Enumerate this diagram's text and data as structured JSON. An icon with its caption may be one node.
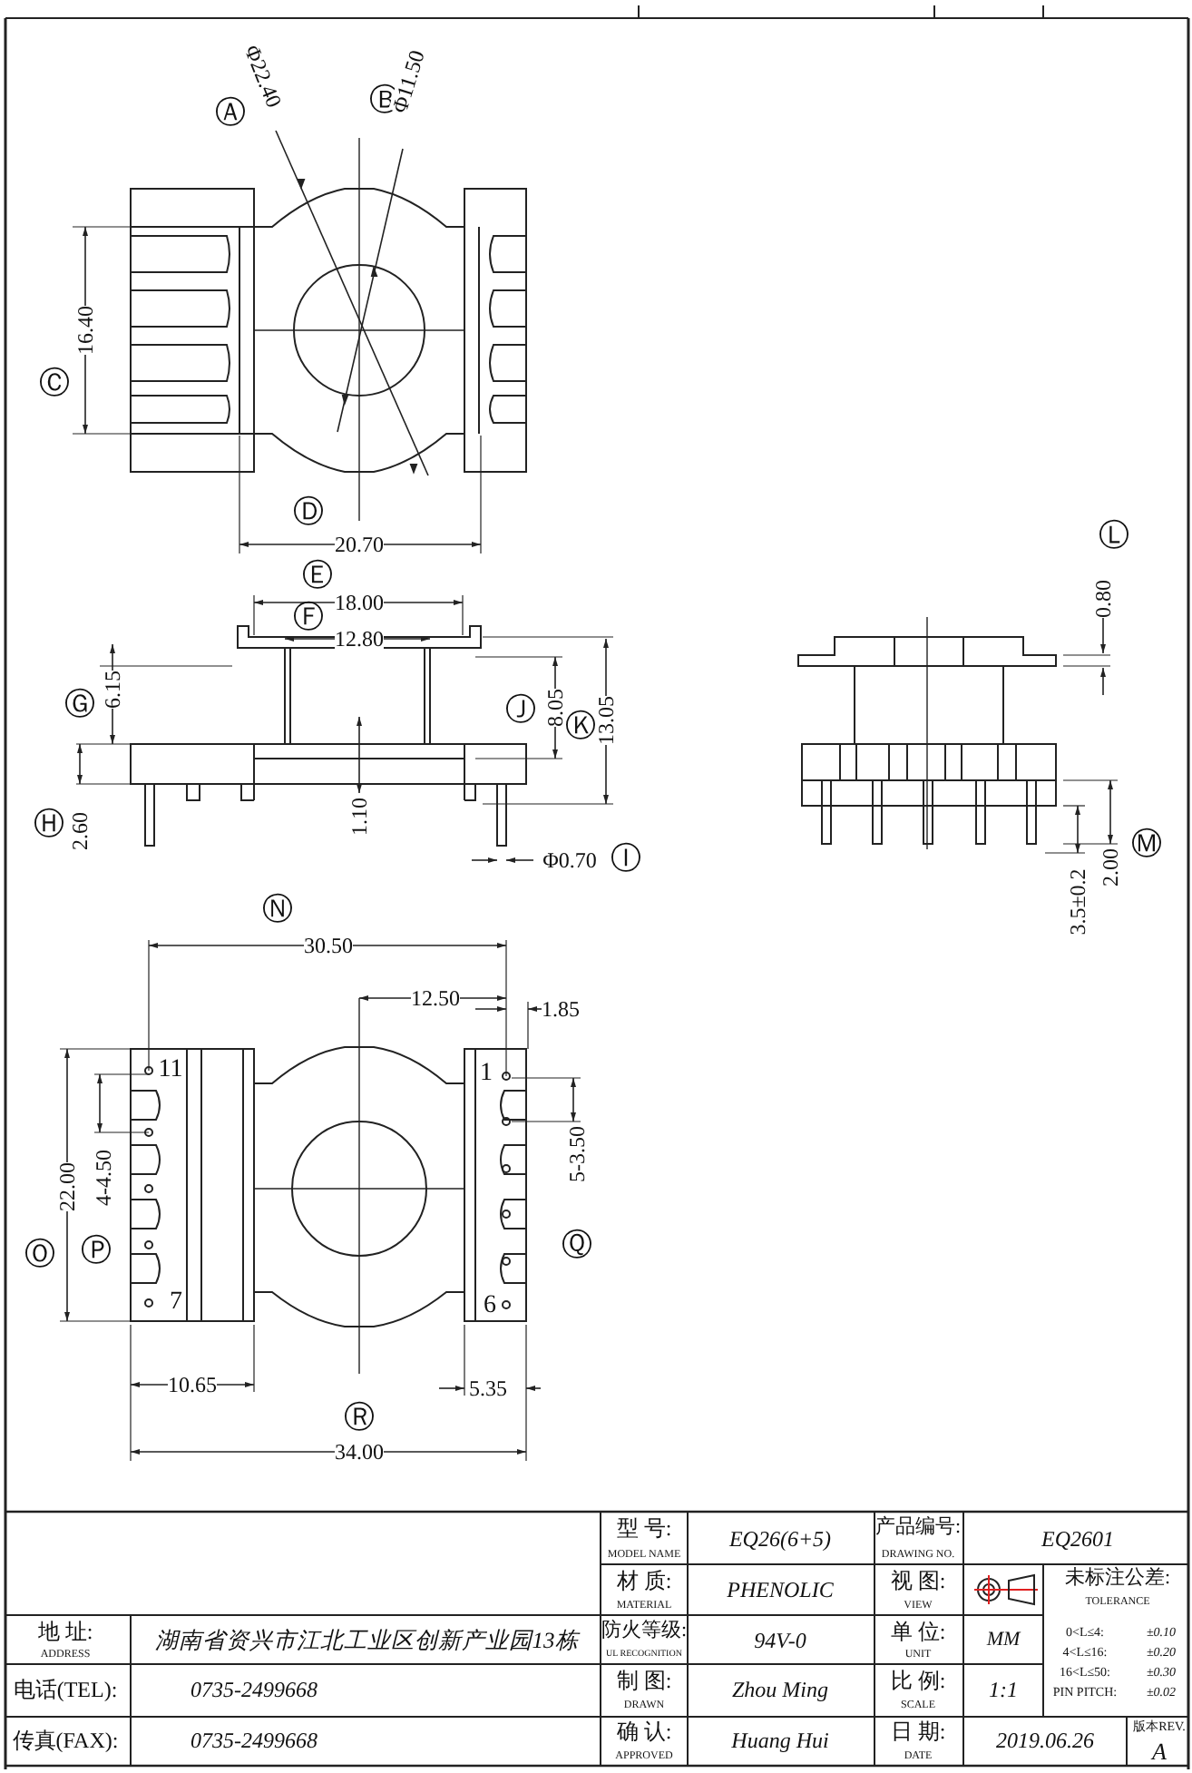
{
  "diagram": {
    "labels": [
      "Ⓐ",
      "Φ22.40",
      "Ⓑ",
      "Φ11.50",
      "Ⓒ",
      "16.40",
      "Ⓓ",
      "20.70",
      "Ⓔ",
      "18.00",
      "Ⓕ",
      "12.80",
      "Ⓖ",
      "6.15",
      "Ⓗ",
      "2.60",
      "1.10",
      "Ⓙ",
      "8.05",
      "Ⓚ",
      "13.05",
      "Φ0.70",
      "Ⓘ",
      "Ⓛ",
      "0.80",
      "3.5±0.2",
      "2.00",
      "Ⓜ",
      "Ⓝ",
      "30.50",
      "12.50",
      "1.85",
      "11",
      "1",
      "4-4.50",
      "Ⓟ",
      "22.00",
      "Ⓞ",
      "5-3.50",
      "Ⓠ",
      "7",
      "6",
      "10.65",
      "5.35",
      "Ⓡ",
      "34.00",
      "型 号:",
      "MODEL NAME",
      "EQ26(6+5)",
      "产品编号:",
      "DRAWING NO.",
      "EQ2601",
      "材 质:",
      "MATERIAL",
      "PHENOLIC",
      "视 图:",
      "VIEW",
      "未标注公差:",
      "TOLERANCE",
      "地 址:",
      "ADDRESS",
      "湖南省资兴市江北工业区创新产业园13栋",
      "防火等级:",
      "UL RECOGNITION",
      "94V-0",
      "单 位:",
      "UNIT",
      "MM",
      "0<L≤4:",
      "±0.10",
      "4<L≤16:",
      "±0.20",
      "16<L≤50:",
      "±0.30",
      "PIN PITCH:",
      "±0.02",
      "电话(TEL):",
      "0735-2499668",
      "制 图:",
      "DRAWN",
      "Zhou Ming",
      "比 例:",
      "SCALE",
      "1:1",
      "传真(FAX):",
      "0735-2499668",
      "确 认:",
      "APPROVED",
      "Huang Hui",
      "日 期:",
      "DATE",
      "2019.06.26",
      "版本REV.",
      "A"
    ]
  }
}
